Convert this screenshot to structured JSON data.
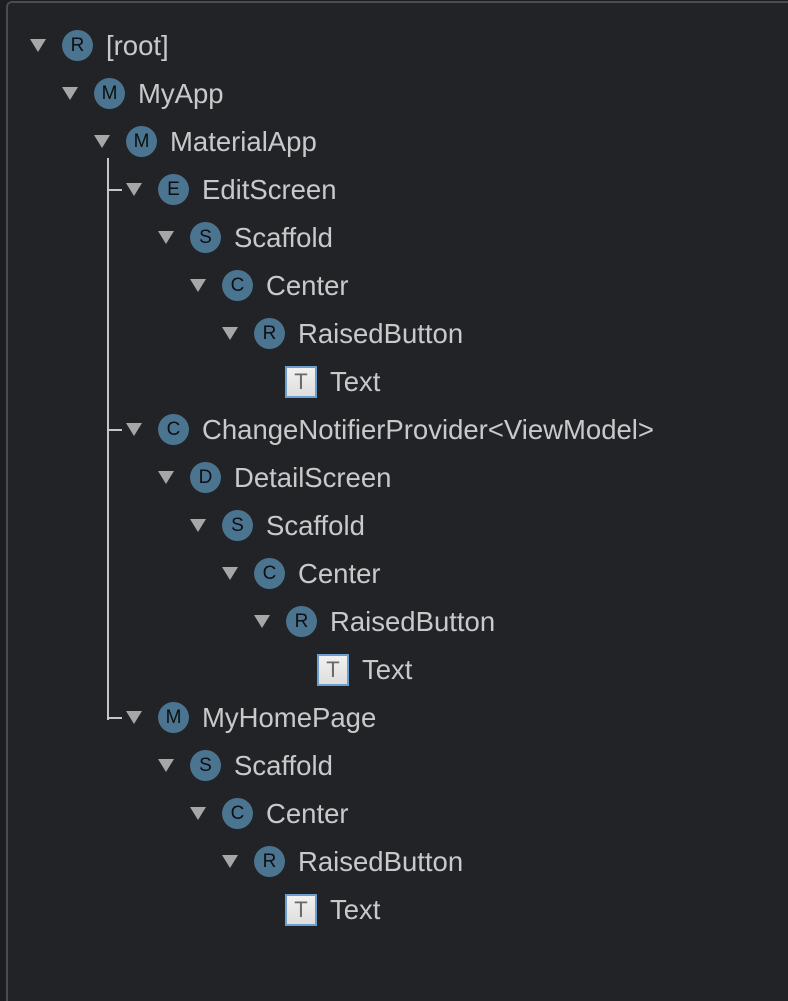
{
  "panel": {
    "title": "Widget tree"
  },
  "colors": {
    "background": "#222327",
    "text": "#c9c9c9",
    "badge_fill": "#4b7490",
    "toggle": "#a7a7a7",
    "leaf_icon_border": "#6a9fcf",
    "connector": "#c6c6c6"
  },
  "tree": {
    "nodes": [
      {
        "label": "[root]",
        "badge": "R",
        "level": 0,
        "expanded": true,
        "leaf": false
      },
      {
        "label": "MyApp",
        "badge": "M",
        "level": 1,
        "expanded": true,
        "leaf": false
      },
      {
        "label": "MaterialApp",
        "badge": "M",
        "level": 2,
        "expanded": true,
        "leaf": false
      },
      {
        "label": "EditScreen",
        "badge": "E",
        "level": 3,
        "expanded": true,
        "leaf": false
      },
      {
        "label": "Scaffold",
        "badge": "S",
        "level": 4,
        "expanded": true,
        "leaf": false
      },
      {
        "label": "Center",
        "badge": "C",
        "level": 5,
        "expanded": true,
        "leaf": false
      },
      {
        "label": "RaisedButton",
        "badge": "R",
        "level": 6,
        "expanded": true,
        "leaf": false
      },
      {
        "label": "Text",
        "badge": "T",
        "level": 7,
        "expanded": false,
        "leaf": true
      },
      {
        "label": "ChangeNotifierProvider<ViewModel>",
        "badge": "C",
        "level": 3,
        "expanded": true,
        "leaf": false
      },
      {
        "label": "DetailScreen",
        "badge": "D",
        "level": 4,
        "expanded": true,
        "leaf": false
      },
      {
        "label": "Scaffold",
        "badge": "S",
        "level": 5,
        "expanded": true,
        "leaf": false
      },
      {
        "label": "Center",
        "badge": "C",
        "level": 6,
        "expanded": true,
        "leaf": false
      },
      {
        "label": "RaisedButton",
        "badge": "R",
        "level": 7,
        "expanded": true,
        "leaf": false
      },
      {
        "label": "Text",
        "badge": "T",
        "level": 8,
        "expanded": false,
        "leaf": true
      },
      {
        "label": "MyHomePage",
        "badge": "M",
        "level": 3,
        "expanded": true,
        "leaf": false
      },
      {
        "label": "Scaffold",
        "badge": "S",
        "level": 4,
        "expanded": true,
        "leaf": false
      },
      {
        "label": "Center",
        "badge": "C",
        "level": 5,
        "expanded": true,
        "leaf": false
      },
      {
        "label": "RaisedButton",
        "badge": "R",
        "level": 6,
        "expanded": true,
        "leaf": false
      },
      {
        "label": "Text",
        "badge": "T",
        "level": 7,
        "expanded": false,
        "leaf": true
      }
    ],
    "connector": {
      "parent_index": 2,
      "child_indices": [
        3,
        8,
        14
      ]
    }
  }
}
